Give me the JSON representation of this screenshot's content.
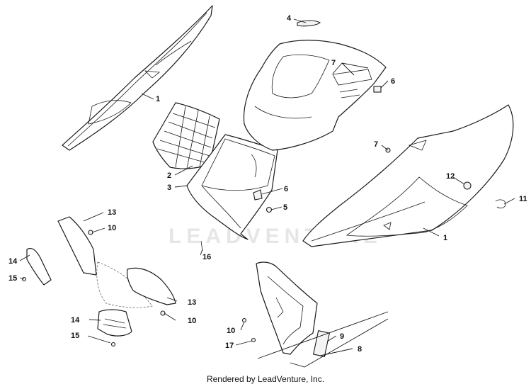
{
  "callouts": [
    "1",
    "1",
    "2",
    "3",
    "4",
    "5",
    "6",
    "6",
    "7",
    "7",
    "8",
    "9",
    "10",
    "10",
    "10",
    "11",
    "12",
    "13",
    "13",
    "14",
    "14",
    "15",
    "15",
    "16",
    "17"
  ],
  "watermark": "LEADVENTURE",
  "footer": "Rendered by LeadVenture, Inc."
}
